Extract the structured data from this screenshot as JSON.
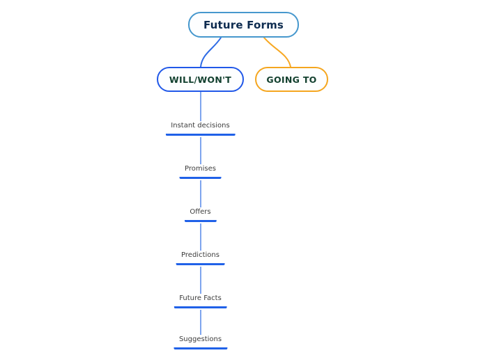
{
  "app": {
    "type": "mind-map",
    "background_color": "#ffffff"
  },
  "root": {
    "label": "Future Forms",
    "border_color": "#4597cd",
    "text_color": "#0e2c50",
    "fill_color": "#fdfeff"
  },
  "branches": [
    {
      "label": "WILL/WON'T",
      "border_color": "#2158e8",
      "text_color": "#12402f",
      "connector_color": "#2e6be5"
    },
    {
      "label": "GOING TO",
      "border_color": "#f5a61f",
      "text_color": "#12402f",
      "connector_color": "#f7a823"
    }
  ],
  "chain": {
    "parent": "WILL/WON'T",
    "underline_color": "#2061e8",
    "connector_color": "#7fa5ee",
    "text_color": "#3c3c3c",
    "items": [
      {
        "label": "Instant decisions"
      },
      {
        "label": "Promises"
      },
      {
        "label": "Offers"
      },
      {
        "label": "Predictions"
      },
      {
        "label": "Future Facts"
      },
      {
        "label": "Suggestions"
      }
    ]
  }
}
